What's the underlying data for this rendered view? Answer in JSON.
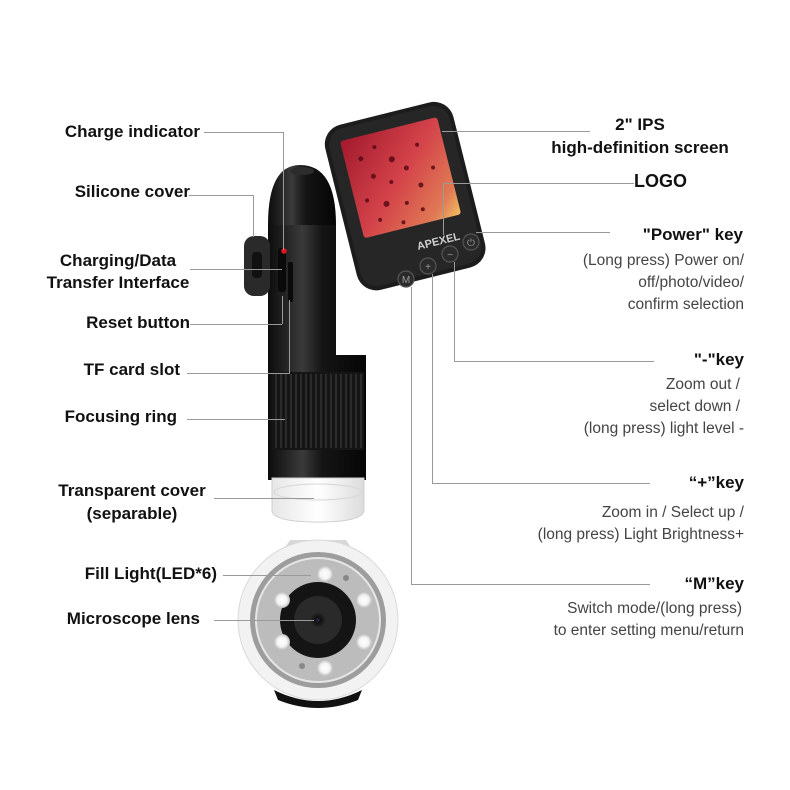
{
  "diagram": {
    "subject": "Handheld digital microscope",
    "brand_logo_text": "APEXEL",
    "left_labels": [
      {
        "id": "charge-indicator",
        "label": "Charge indicator"
      },
      {
        "id": "silicone-cover",
        "label": "Silicone cover"
      },
      {
        "id": "charging-data",
        "label_line1": "Charging/Data",
        "label_line2": "Transfer Interface"
      },
      {
        "id": "reset-button",
        "label": "Reset button"
      },
      {
        "id": "tf-card-slot",
        "label": "TF card slot"
      },
      {
        "id": "focusing-ring",
        "label": "Focusing ring"
      },
      {
        "id": "transparent-cover",
        "label_line1": "Transparent cover",
        "label_line2": "(separable)"
      },
      {
        "id": "fill-light",
        "label": "Fill Light(LED*6)"
      },
      {
        "id": "microscope-lens",
        "label": "Microscope lens"
      }
    ],
    "right_labels": {
      "screen": {
        "line1": "2\" IPS",
        "line2": "high-definition screen"
      },
      "logo": {
        "label": "LOGO"
      },
      "power_key": {
        "title": "\"Power\" key",
        "desc": [
          "(Long press) Power on/",
          "off/photo/video/",
          "confirm selection"
        ]
      },
      "minus_key": {
        "title": "\"-\"key",
        "desc": [
          "Zoom out /",
          "select down /",
          "(long press) light level -"
        ]
      },
      "plus_key": {
        "title": "“+”key",
        "desc": [
          "Zoom in / Select up /",
          "(long press) Light Brightness+"
        ]
      },
      "m_key": {
        "title": "“M”key",
        "desc": [
          "Switch mode/(long press)",
          "to enter setting menu/return"
        ]
      }
    },
    "buttons": {
      "m": "M",
      "plus": "+",
      "minus": "−",
      "power": "⏻"
    },
    "colors": {
      "leader_line": "#9a9a9a",
      "body": "#1a1a1a",
      "screen_red": "#c8283c",
      "indicator": "#e0141e"
    }
  }
}
